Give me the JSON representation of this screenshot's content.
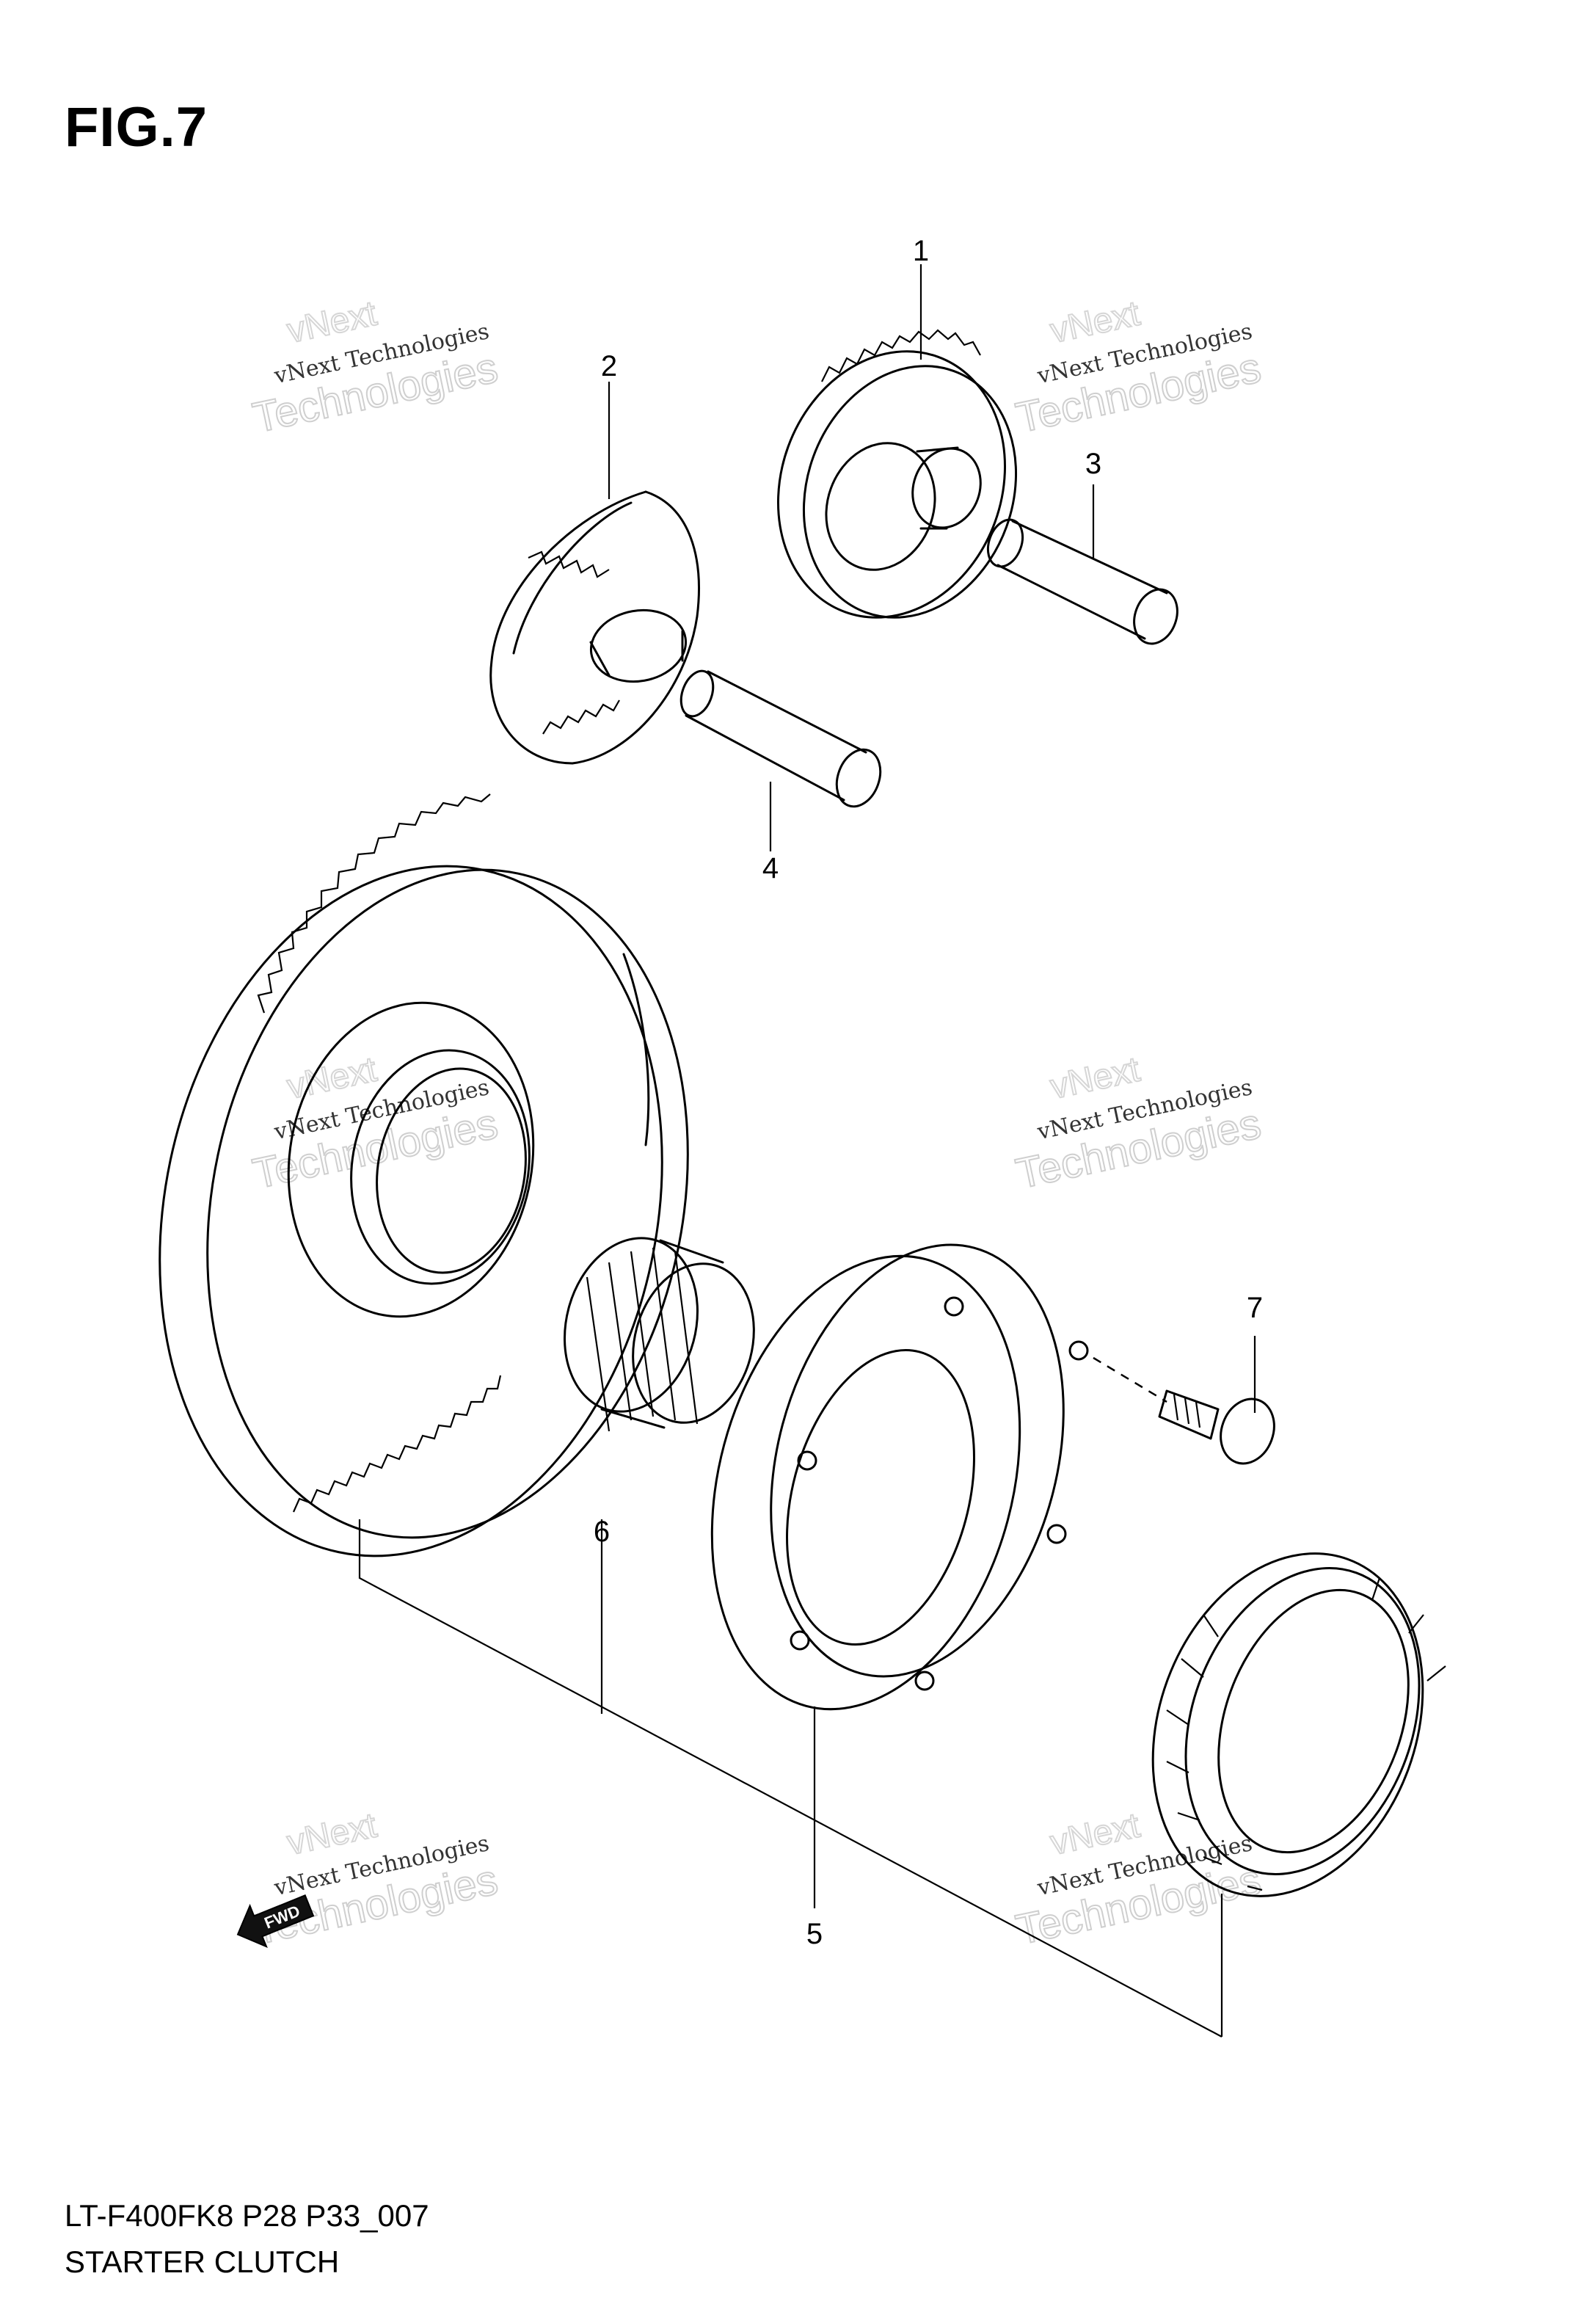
{
  "figure": {
    "title": "FIG.7",
    "model_code": "LT-F400FK8 P28 P33_007",
    "section_title": "STARTER CLUTCH"
  },
  "callouts": [
    "1",
    "2",
    "3",
    "4",
    "5",
    "6",
    "7"
  ],
  "watermark": {
    "line1": "vNext",
    "line2": "vNext Technologies",
    "line3": "Technologies"
  },
  "direction_arrow": {
    "label": "FWD"
  }
}
